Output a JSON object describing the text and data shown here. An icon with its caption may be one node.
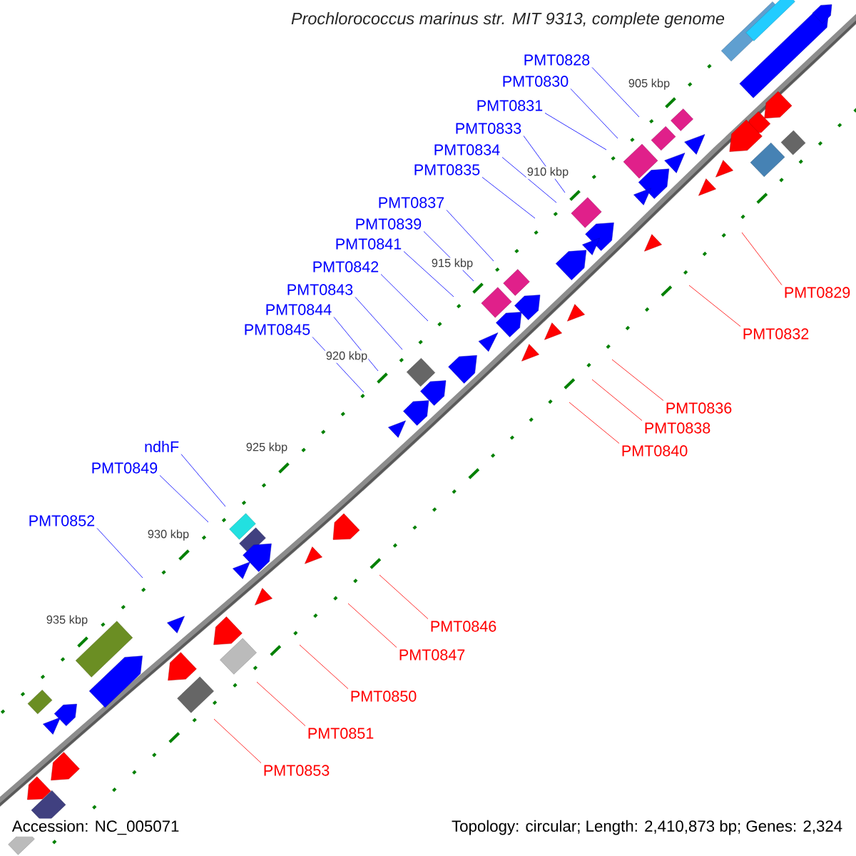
{
  "diagram": {
    "title": "Prochlorococcus marinus str. MIT 9313, complete genome",
    "nodes": [
      {
        "text": [
          "PMT0828"
        ]
      },
      {
        "text": [
          "PMT0830"
        ]
      },
      {
        "text": [
          "PMT0831"
        ]
      },
      {
        "text": [
          "PMT0833"
        ]
      },
      {
        "text": [
          "PMT0834"
        ]
      },
      {
        "text": [
          "PMT0835"
        ]
      },
      {
        "text": [
          "PMT0837"
        ]
      },
      {
        "text": [
          "PMT0839"
        ]
      },
      {
        "text": [
          "PMT0841"
        ]
      },
      {
        "text": [
          "PMT0842"
        ]
      },
      {
        "text": [
          "PMT0843"
        ]
      },
      {
        "text": [
          "PMT0844"
        ]
      },
      {
        "text": [
          "PMT0845"
        ]
      },
      {
        "text": [
          "ndhF"
        ]
      },
      {
        "text": [
          "PMT0849"
        ]
      },
      {
        "text": [
          "PMT0852"
        ]
      },
      {
        "text": [
          "PMT0829"
        ]
      },
      {
        "text": [
          "PMT0832"
        ]
      },
      {
        "text": [
          "PMT0836"
        ]
      },
      {
        "text": [
          "PMT0838"
        ]
      },
      {
        "text": [
          "PMT0840"
        ]
      },
      {
        "text": [
          "PMT0846"
        ]
      },
      {
        "text": [
          "PMT0847"
        ]
      },
      {
        "text": [
          "PMT0850"
        ]
      },
      {
        "text": [
          "PMT0851"
        ]
      },
      {
        "text": [
          "PMT0853"
        ]
      }
    ],
    "edges": [
      {
        "from": 0,
        "to": null,
        "arrow": "none"
      },
      {
        "from": 1,
        "to": null,
        "arrow": "none"
      },
      {
        "from": 2,
        "to": null,
        "arrow": "none"
      },
      {
        "from": 3,
        "to": null,
        "arrow": "none"
      },
      {
        "from": 4,
        "to": null,
        "arrow": "none"
      },
      {
        "from": 5,
        "to": null,
        "arrow": "none"
      },
      {
        "from": 6,
        "to": null,
        "arrow": "none"
      },
      {
        "from": 7,
        "to": null,
        "arrow": "none"
      },
      {
        "from": 8,
        "to": null,
        "arrow": "none"
      },
      {
        "from": 9,
        "to": null,
        "arrow": "none"
      },
      {
        "from": 10,
        "to": null,
        "arrow": "none"
      },
      {
        "from": 11,
        "to": null,
        "arrow": "none"
      },
      {
        "from": 12,
        "to": null,
        "arrow": "none"
      },
      {
        "from": 13,
        "to": null,
        "arrow": "none"
      },
      {
        "from": 14,
        "to": null,
        "arrow": "none"
      },
      {
        "from": 15,
        "to": null,
        "arrow": "none"
      },
      {
        "from": 16,
        "to": null,
        "arrow": "none",
        "color": "#ff0000"
      },
      {
        "from": 17,
        "to": null,
        "arrow": "none",
        "color": "#ff0000"
      },
      {
        "from": 18,
        "to": null,
        "arrow": "none",
        "color": "#ff0000"
      },
      {
        "from": 19,
        "to": null,
        "arrow": "none",
        "color": "#ff0000"
      },
      {
        "from": 20,
        "to": null,
        "arrow": "none",
        "color": "#ff0000"
      },
      {
        "from": 21,
        "to": null,
        "arrow": "none",
        "color": "#ff0000"
      },
      {
        "from": 22,
        "to": null,
        "arrow": "none",
        "color": "#ff0000"
      },
      {
        "from": 23,
        "to": null,
        "arrow": "none",
        "color": "#ff0000"
      },
      {
        "from": 24,
        "to": null,
        "arrow": "none",
        "color": "#ff0000"
      },
      {
        "from": 25,
        "to": null,
        "arrow": "none",
        "color": "#ff0000"
      }
    ],
    "labels": [
      "905 kbp",
      "910 kbp",
      "915 kbp",
      "920 kbp",
      "925 kbp",
      "930 kbp",
      "935 kbp",
      "Accession: NC_005071",
      "Topology: circular; Length: 2,410,873 bp; Genes: 2,324"
    ]
  }
}
